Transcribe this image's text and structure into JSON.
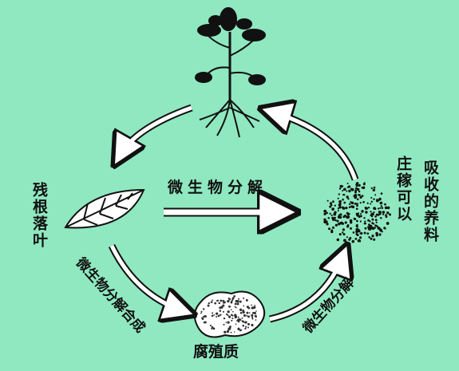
{
  "labels": {
    "center_top": "微生物分解",
    "left_residue": "残根落叶",
    "right_nutrient_a": "庄稼可以",
    "right_nutrient_b": "吸收的养料",
    "left_bottom_arrow": "微生物分解合成",
    "right_bottom_arrow": "微生物分解",
    "bottom_humus": "腐殖质"
  },
  "colors": {
    "background": "#8fe8c0",
    "ink": "#111111"
  },
  "icons": [
    "plant-icon",
    "leaf-icon",
    "nutrient-dots-icon",
    "humus-icon"
  ]
}
